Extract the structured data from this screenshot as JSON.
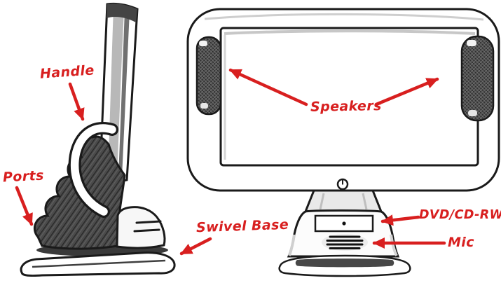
{
  "figure": {
    "ink_color": "#1a1a1a",
    "annotation_color": "#d81f1f",
    "labels": {
      "handle": "Handle",
      "ports": "Ports",
      "swivel_base": "Swivel Base",
      "speakers": "Speakers",
      "dvd_cd_rw": "DVD/CD-RW",
      "mic": "Mic"
    }
  }
}
